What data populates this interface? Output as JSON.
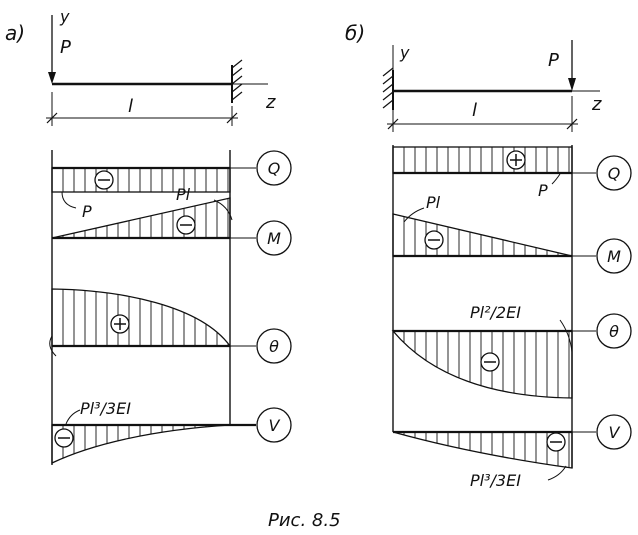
{
  "caption": "Рис. 8.5",
  "panel_a": {
    "label": "а)",
    "axis_y": "y",
    "axis_z": "z",
    "force": "P",
    "length": "l",
    "diagrams": {
      "Q": {
        "name": "Q",
        "sign": "⊖",
        "value": "P"
      },
      "M": {
        "name": "M",
        "sign": "⊖",
        "value": "Pl"
      },
      "theta": {
        "name": "θ",
        "sign": "⊕"
      },
      "V": {
        "name": "V",
        "sign": "⊖",
        "value": "Pl³/3EI"
      }
    }
  },
  "panel_b": {
    "label": "б)",
    "axis_y": "y",
    "axis_z": "z",
    "force": "P",
    "length": "l",
    "diagrams": {
      "Q": {
        "name": "Q",
        "sign": "⊕",
        "value": "P"
      },
      "M": {
        "name": "M",
        "sign": "⊖",
        "value": "Pl"
      },
      "theta": {
        "name": "θ",
        "sign": "⊖",
        "value": "Pl²/2EI"
      },
      "V": {
        "name": "V",
        "sign": "⊖",
        "value": "Pl³/3EI"
      }
    }
  }
}
